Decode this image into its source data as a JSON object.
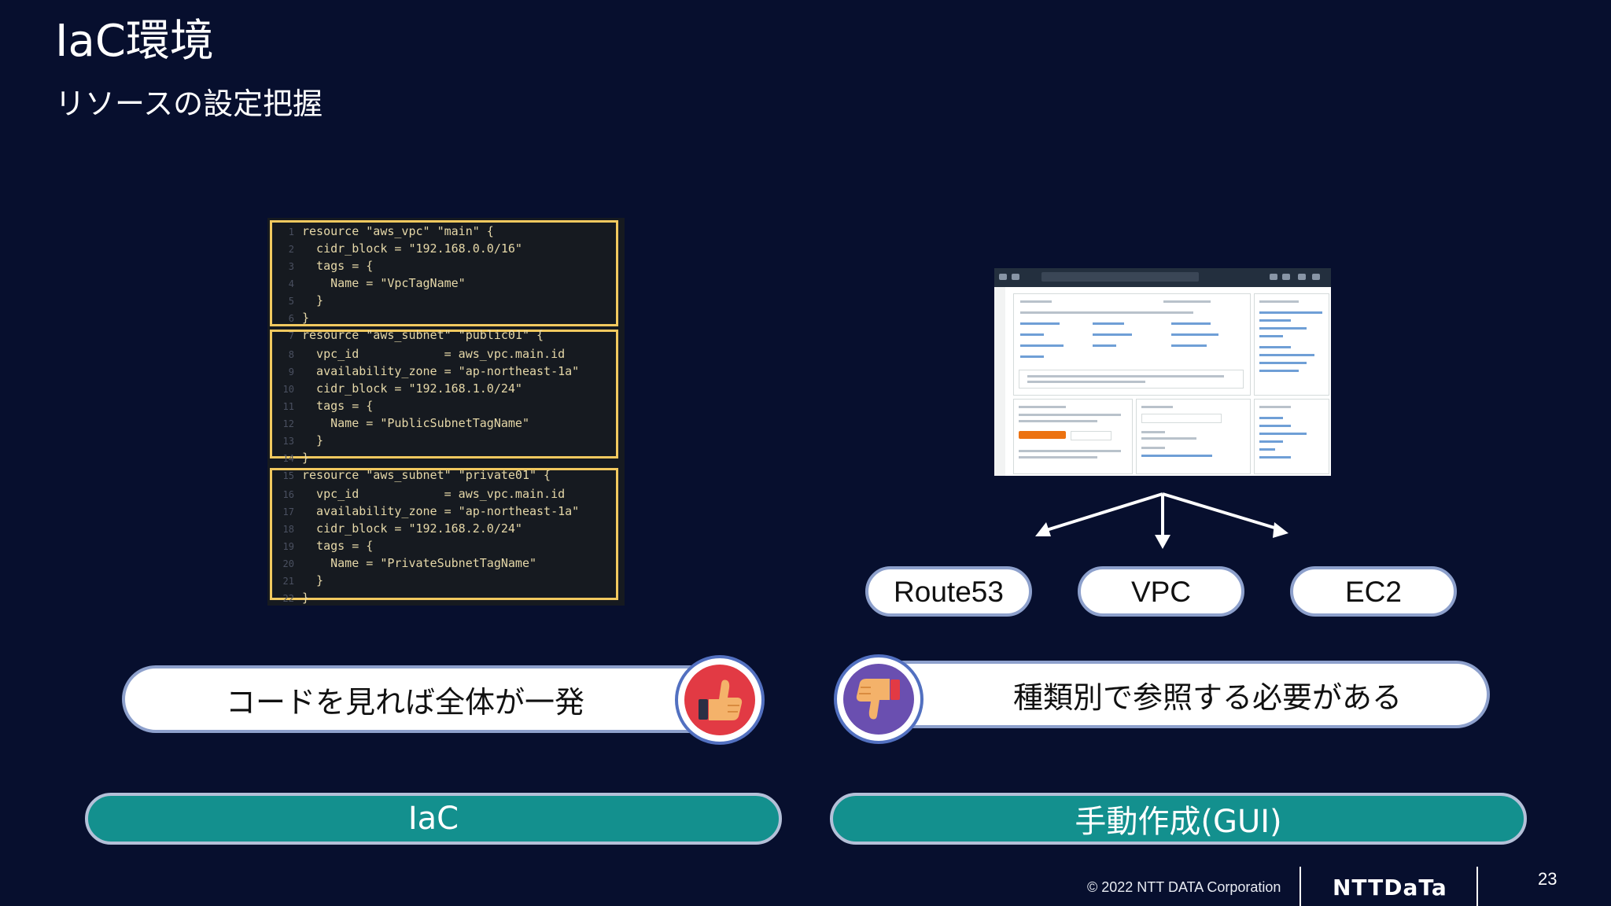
{
  "slide": {
    "title": "IaC環境",
    "subtitle": "リソースの設定把握"
  },
  "code": {
    "lines": [
      {
        "n": "1",
        "t": "resource \"aws_vpc\" \"main\" {"
      },
      {
        "n": "2",
        "t": "  cidr_block = \"192.168.0.0/16\""
      },
      {
        "n": "3",
        "t": "  tags = {"
      },
      {
        "n": "4",
        "t": "    Name = \"VpcTagName\""
      },
      {
        "n": "5",
        "t": "  }"
      },
      {
        "n": "6",
        "t": "}"
      },
      {
        "n": "7",
        "t": "resource \"aws_subnet\" \"public01\" {"
      },
      {
        "n": "8",
        "t": "  vpc_id            = aws_vpc.main.id"
      },
      {
        "n": "9",
        "t": "  availability_zone = \"ap-northeast-1a\""
      },
      {
        "n": "10",
        "t": "  cidr_block = \"192.168.1.0/24\""
      },
      {
        "n": "11",
        "t": "  tags = {"
      },
      {
        "n": "12",
        "t": "    Name = \"PublicSubnetTagName\""
      },
      {
        "n": "13",
        "t": "  }"
      },
      {
        "n": "14",
        "t": "}"
      },
      {
        "n": "15",
        "t": "resource \"aws_subnet\" \"private01\" {"
      },
      {
        "n": "16",
        "t": "  vpc_id            = aws_vpc.main.id"
      },
      {
        "n": "17",
        "t": "  availability_zone = \"ap-northeast-1a\""
      },
      {
        "n": "18",
        "t": "  cidr_block = \"192.168.2.0/24\""
      },
      {
        "n": "19",
        "t": "  tags = {"
      },
      {
        "n": "20",
        "t": "    Name = \"PrivateSubnetTagName\""
      },
      {
        "n": "21",
        "t": "  }"
      },
      {
        "n": "22",
        "t": "}"
      }
    ]
  },
  "services": [
    "Route53",
    "VPC",
    "EC2"
  ],
  "comments": {
    "iac": "コードを見れば全体が一発",
    "manual": "種類別で参照する必要がある"
  },
  "badges": {
    "good": "thumbs-up-icon",
    "bad": "thumbs-down-icon"
  },
  "categories": {
    "iac": "IaC",
    "manual": "手動作成(GUI)"
  },
  "footer": {
    "copyright": "© 2022 NTT DATA Corporation",
    "logo": "NTTDaTa",
    "page_number": "23"
  },
  "colors": {
    "background": "#070f2e",
    "teal": "#13908e",
    "code_highlight": "#f2c95f",
    "pill_border": "#8da0cc"
  }
}
